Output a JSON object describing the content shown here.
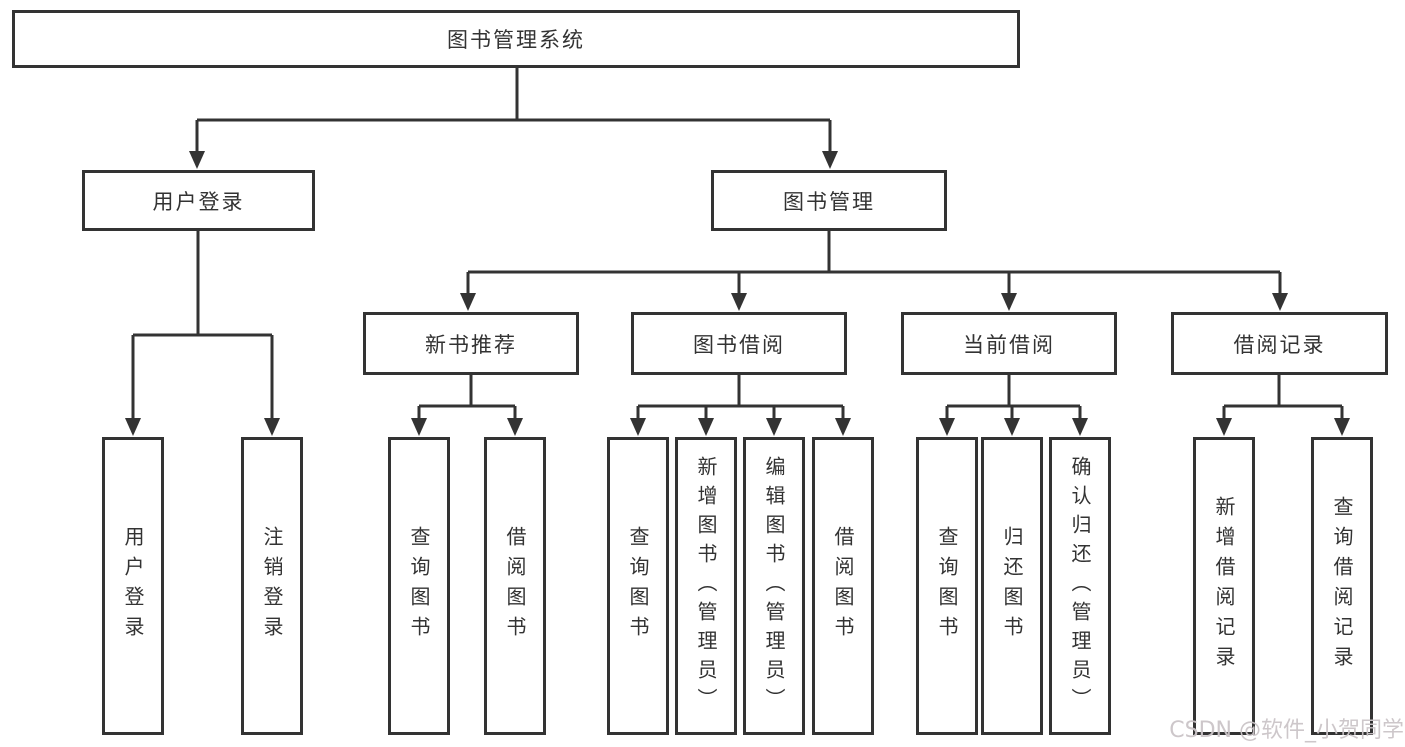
{
  "diagram": {
    "root": {
      "label": "图书管理系统"
    },
    "level2": [
      {
        "label": "用户登录",
        "children": [
          {
            "label": "用户登录"
          },
          {
            "label": "注销登录"
          }
        ]
      },
      {
        "label": "图书管理",
        "children": [
          {
            "label": "新书推荐",
            "children": [
              {
                "label": "查询图书"
              },
              {
                "label": "借阅图书"
              }
            ]
          },
          {
            "label": "图书借阅",
            "children": [
              {
                "label": "查询图书"
              },
              {
                "label": "新增图书（管理员）"
              },
              {
                "label": "编辑图书（管理员）"
              },
              {
                "label": "借阅图书"
              }
            ]
          },
          {
            "label": "当前借阅",
            "children": [
              {
                "label": "查询图书"
              },
              {
                "label": "归还图书"
              },
              {
                "label": "确认归还（管理员）"
              }
            ]
          },
          {
            "label": "借阅记录",
            "children": [
              {
                "label": "新增借阅记录"
              },
              {
                "label": "查询借阅记录"
              }
            ]
          }
        ]
      }
    ]
  },
  "watermark": {
    "text": "CSDN @软件_小贺同学"
  },
  "colors": {
    "line": "#333333",
    "text": "#333333",
    "background": "#ffffff",
    "watermark": "#cac4c7"
  }
}
